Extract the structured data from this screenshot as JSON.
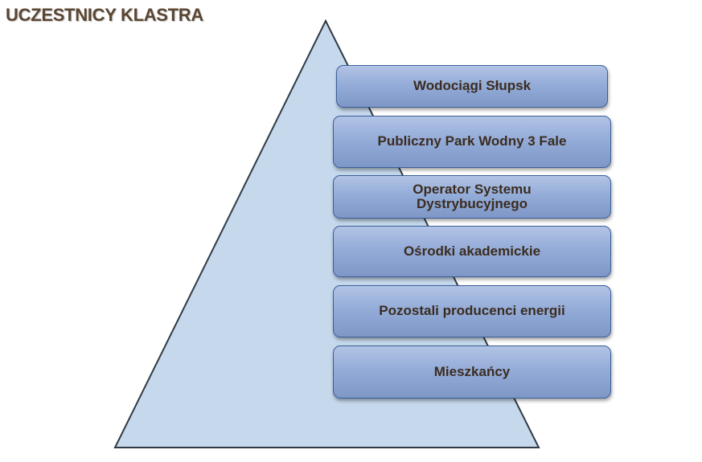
{
  "title": "UCZESTNICY KLASTRA",
  "colors": {
    "title": "#5a4632",
    "pyramid_fill": "#c6d8ec",
    "pyramid_stroke": "#2f3a46",
    "box_border": "#3b5f99",
    "box_top": "#b2c4e6",
    "box_bottom": "#7e97c6",
    "box_text": "#3b2c1f"
  },
  "participants": [
    "Wodociągi Słupsk",
    "Publiczny Park Wodny 3 Fale",
    "Operator Systemu Dystrybucyjnego",
    "Ośrodki akademickie",
    "Pozostali producenci energii",
    "Mieszkańcy"
  ]
}
